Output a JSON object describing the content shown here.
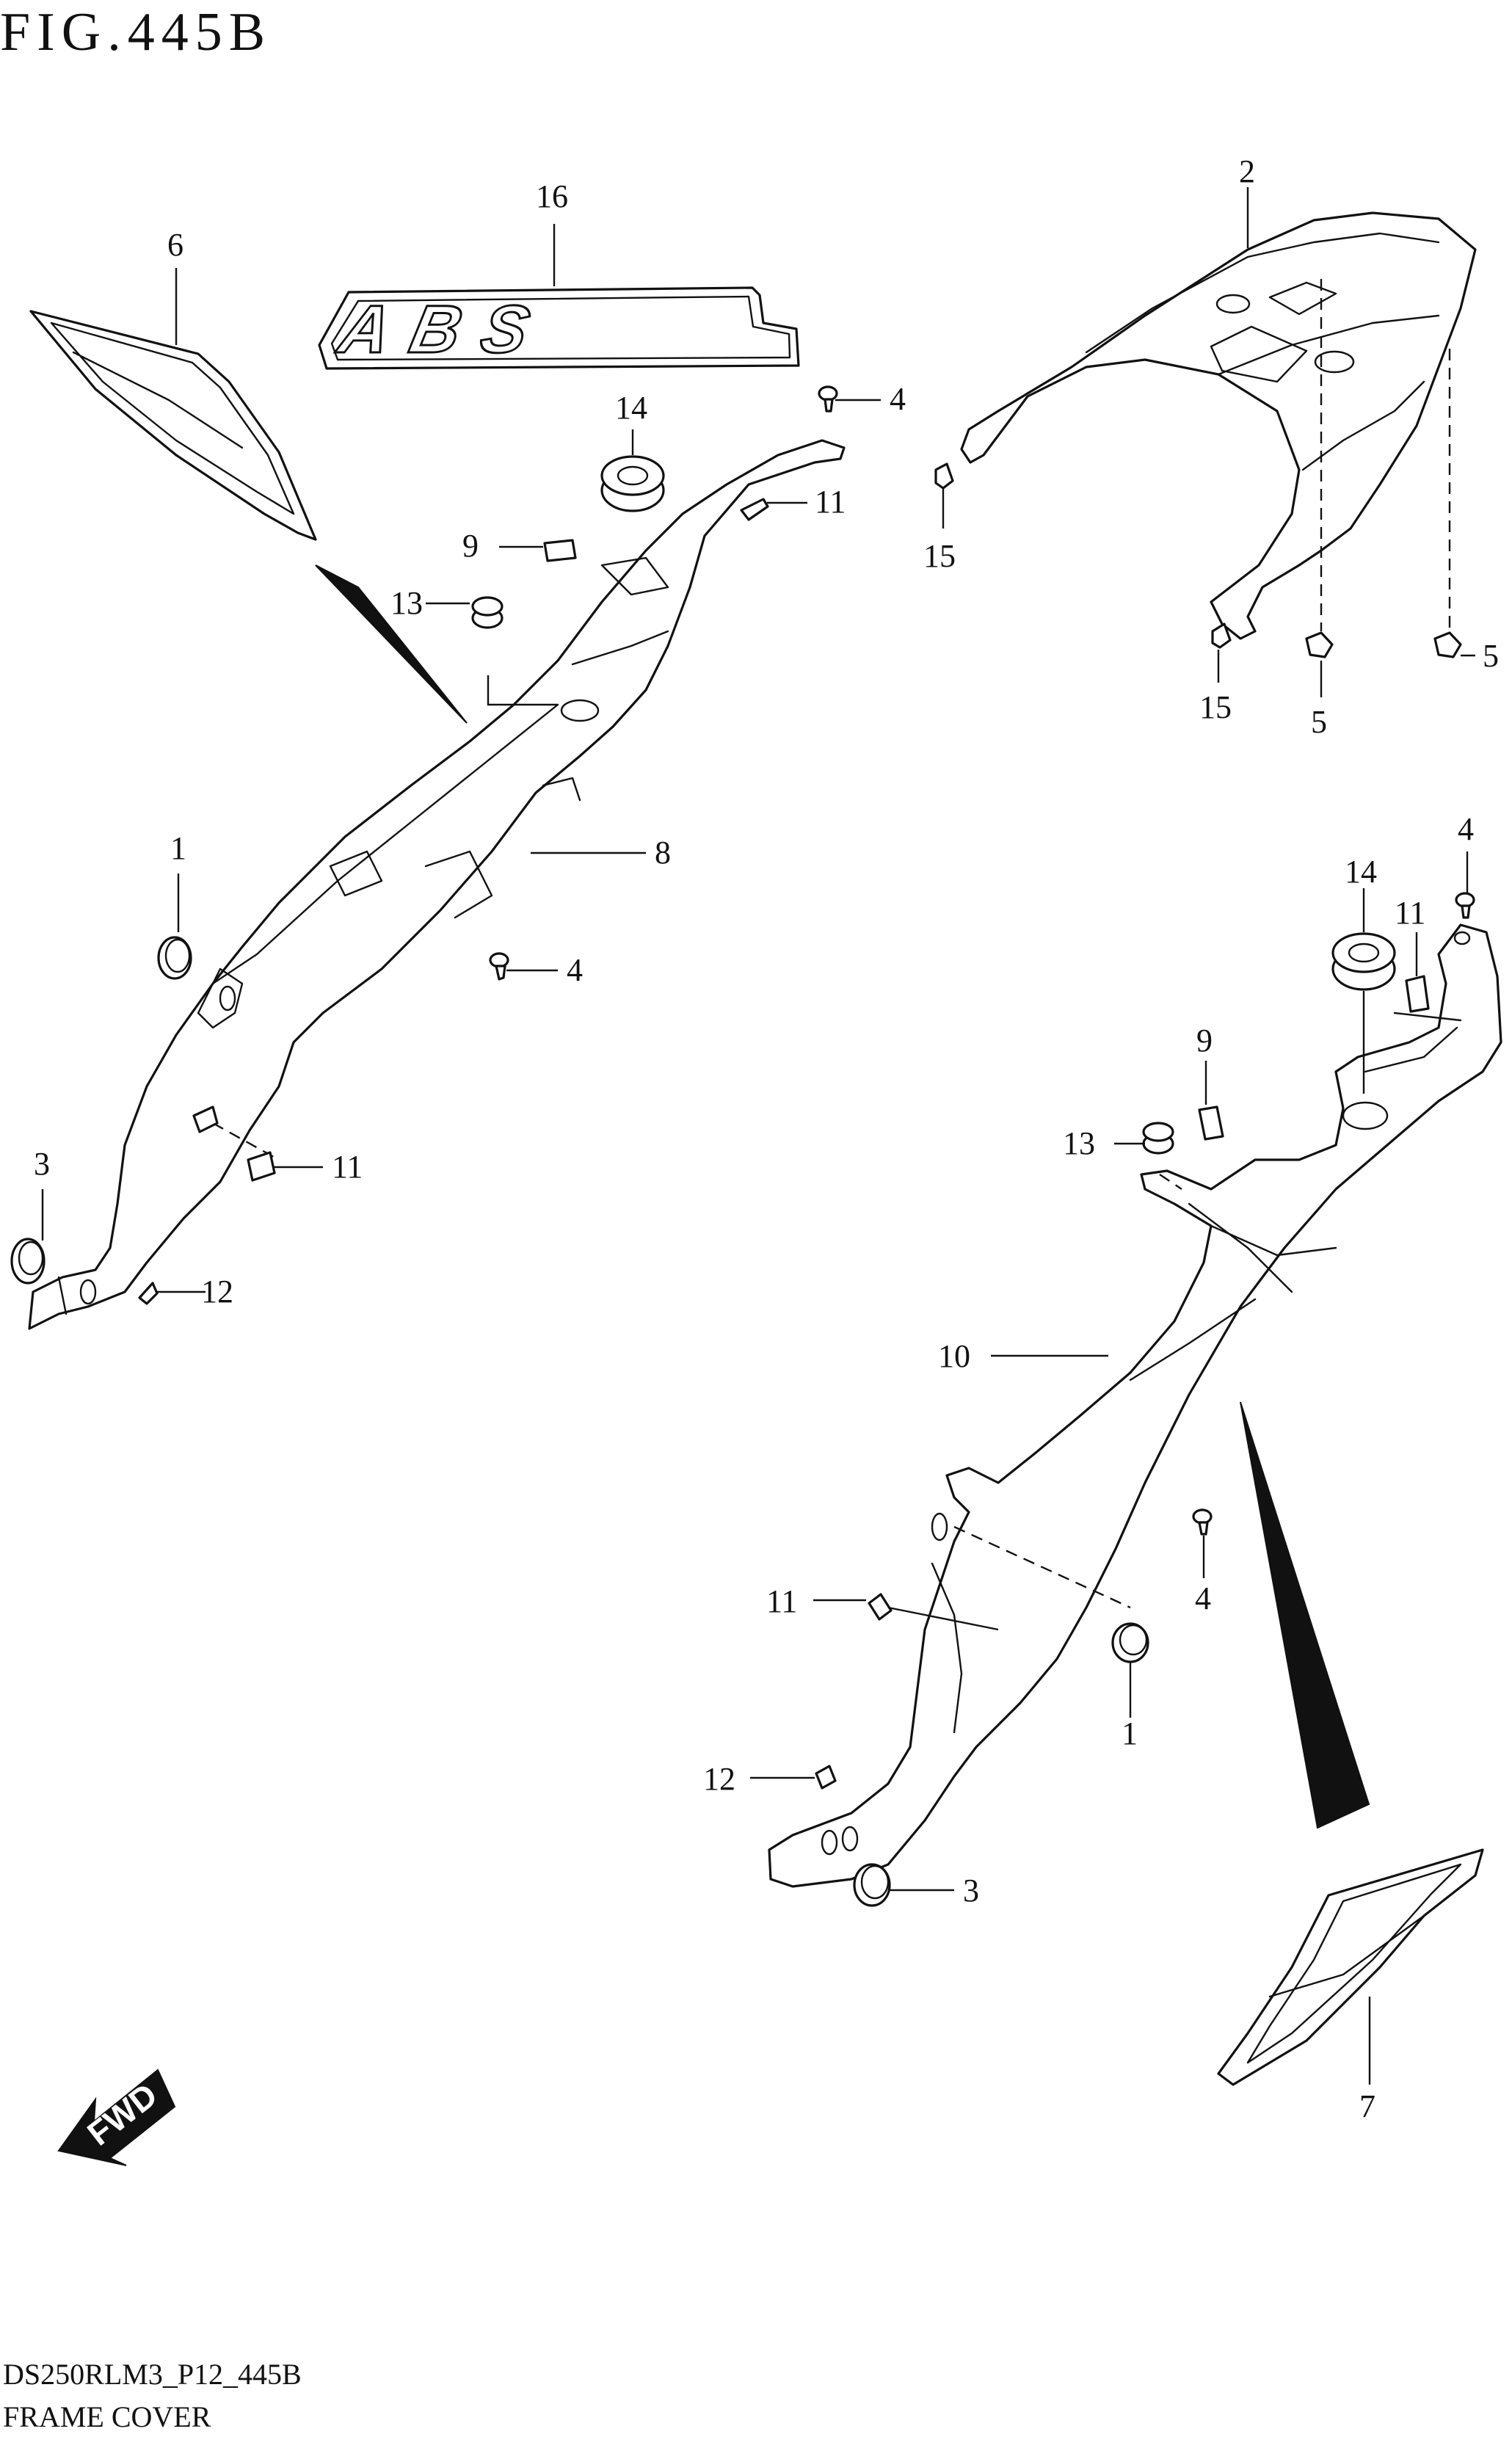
{
  "figure": {
    "title": "FIG.445B",
    "drawing_code": "DS250RLM3_P12_445B",
    "caption": "FRAME COVER"
  },
  "direction_marker": {
    "label": "FWD",
    "icon": "fwd-arrow-icon"
  },
  "emblem": {
    "text": "ABS"
  },
  "callouts": {
    "c1a": "1",
    "c1b": "1",
    "c2": "2",
    "c3a": "3",
    "c3b": "3",
    "c4a": "4",
    "c4b": "4",
    "c4c": "4",
    "c4d": "4",
    "c5a": "5",
    "c5b": "5",
    "c6": "6",
    "c7": "7",
    "c8": "8",
    "c9a": "9",
    "c9b": "9",
    "c10": "10",
    "c11a": "11",
    "c11b": "11",
    "c11c": "11",
    "c11d": "11",
    "c12a": "12",
    "c12b": "12",
    "c13a": "13",
    "c13b": "13",
    "c14a": "14",
    "c14b": "14",
    "c15a": "15",
    "c15b": "15",
    "c16": "16"
  },
  "colors": {
    "line": "#111111",
    "background": "#ffffff"
  }
}
